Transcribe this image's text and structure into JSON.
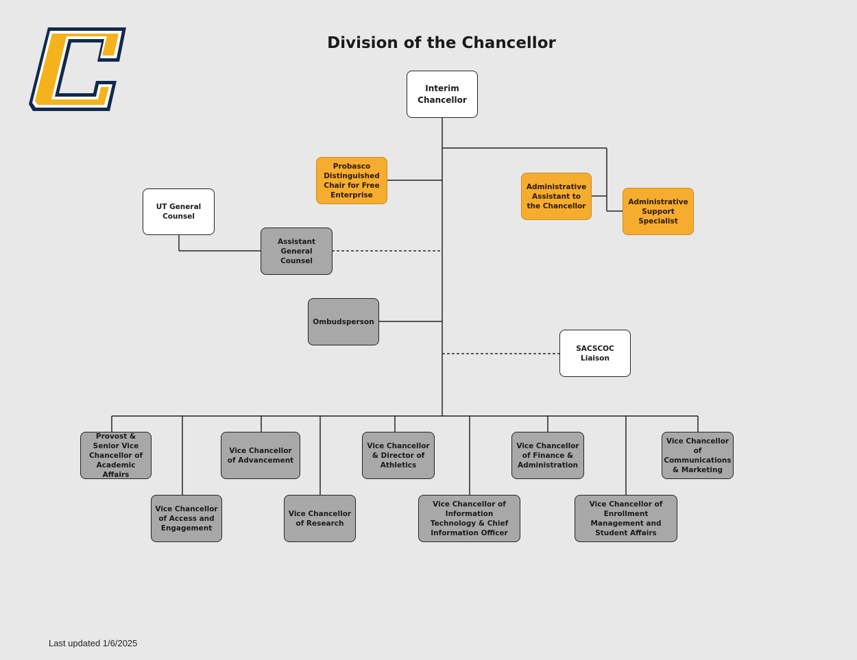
{
  "title": "Division of the Chancellor",
  "footer": "Last updated 1/6/2025",
  "logo": {
    "icon": "utc-c-logo-icon",
    "colors": {
      "gold": "#f4b21c",
      "navy": "#12294c"
    }
  },
  "colors": {
    "gold_box": "#f6ad2f",
    "gray_box": "#a8a8a8",
    "white_box": "#ffffff"
  },
  "nodes": {
    "interim_chancellor": "Interim Chancellor",
    "probasco": "Probasco Distinguished Chair for Free Enterprise",
    "admin_assistant": "Administrative Assistant to the Chancellor",
    "admin_support": "Administrative Support Specialist",
    "ut_general_counsel": "UT General Counsel",
    "assistant_general_counsel": "Assistant General Counsel",
    "ombudsperson": "Ombudsperson",
    "sacscoc": "SACSCOC Liaison",
    "provost": "Provost & Senior Vice Chancellor of Academic Affairs",
    "vc_access": "Vice Chancellor of Access and Engagement",
    "vc_advancement": "Vice Chancellor of Advancement",
    "vc_research": "Vice Chancellor of Research",
    "vc_athletics": "Vice Chancellor & Director of Athletics",
    "vc_it": "Vice Chancellor of Information Technology & Chief Information Officer",
    "vc_finance": "Vice Chancellor of Finance & Administration",
    "vc_enrollment": "Vice Chancellor of Enrollment Management and Student Affairs",
    "vc_communications": "Vice Chancellor of Communications & Marketing"
  }
}
